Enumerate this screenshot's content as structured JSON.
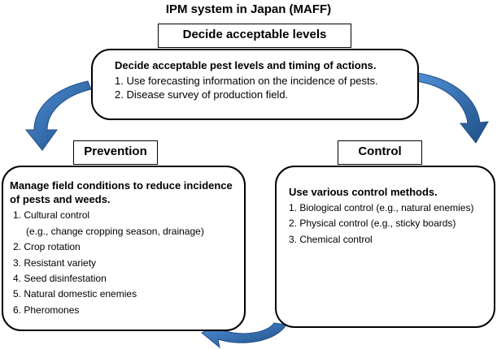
{
  "title": "IPM system in Japan (MAFF)",
  "top": {
    "label": "Decide acceptable levels",
    "heading": "Decide acceptable pest levels and timing of actions.",
    "items": [
      "1. Use forecasting information on the incidence of pests.",
      "2. Disease survey of production field."
    ]
  },
  "prevention": {
    "label": "Prevention",
    "heading_line1": "Manage field conditions to reduce incidence",
    "heading_line2": "of pests and weeds.",
    "items": [
      "1. Cultural control",
      "(e.g., change cropping season, drainage)",
      "2. Crop rotation",
      "3. Resistant variety",
      "4. Seed disinfestation",
      "5. Natural domestic enemies",
      "6. Pheromones"
    ]
  },
  "control": {
    "label": "Control",
    "heading": "Use various control methods.",
    "items": [
      "1. Biological control (e.g., natural enemies)",
      "2. Physical control (e.g., sticky boards)",
      "3. Chemical control"
    ]
  },
  "colors": {
    "arrow_fill": "#2e6fb5",
    "arrow_edge": "#1f4e86"
  }
}
